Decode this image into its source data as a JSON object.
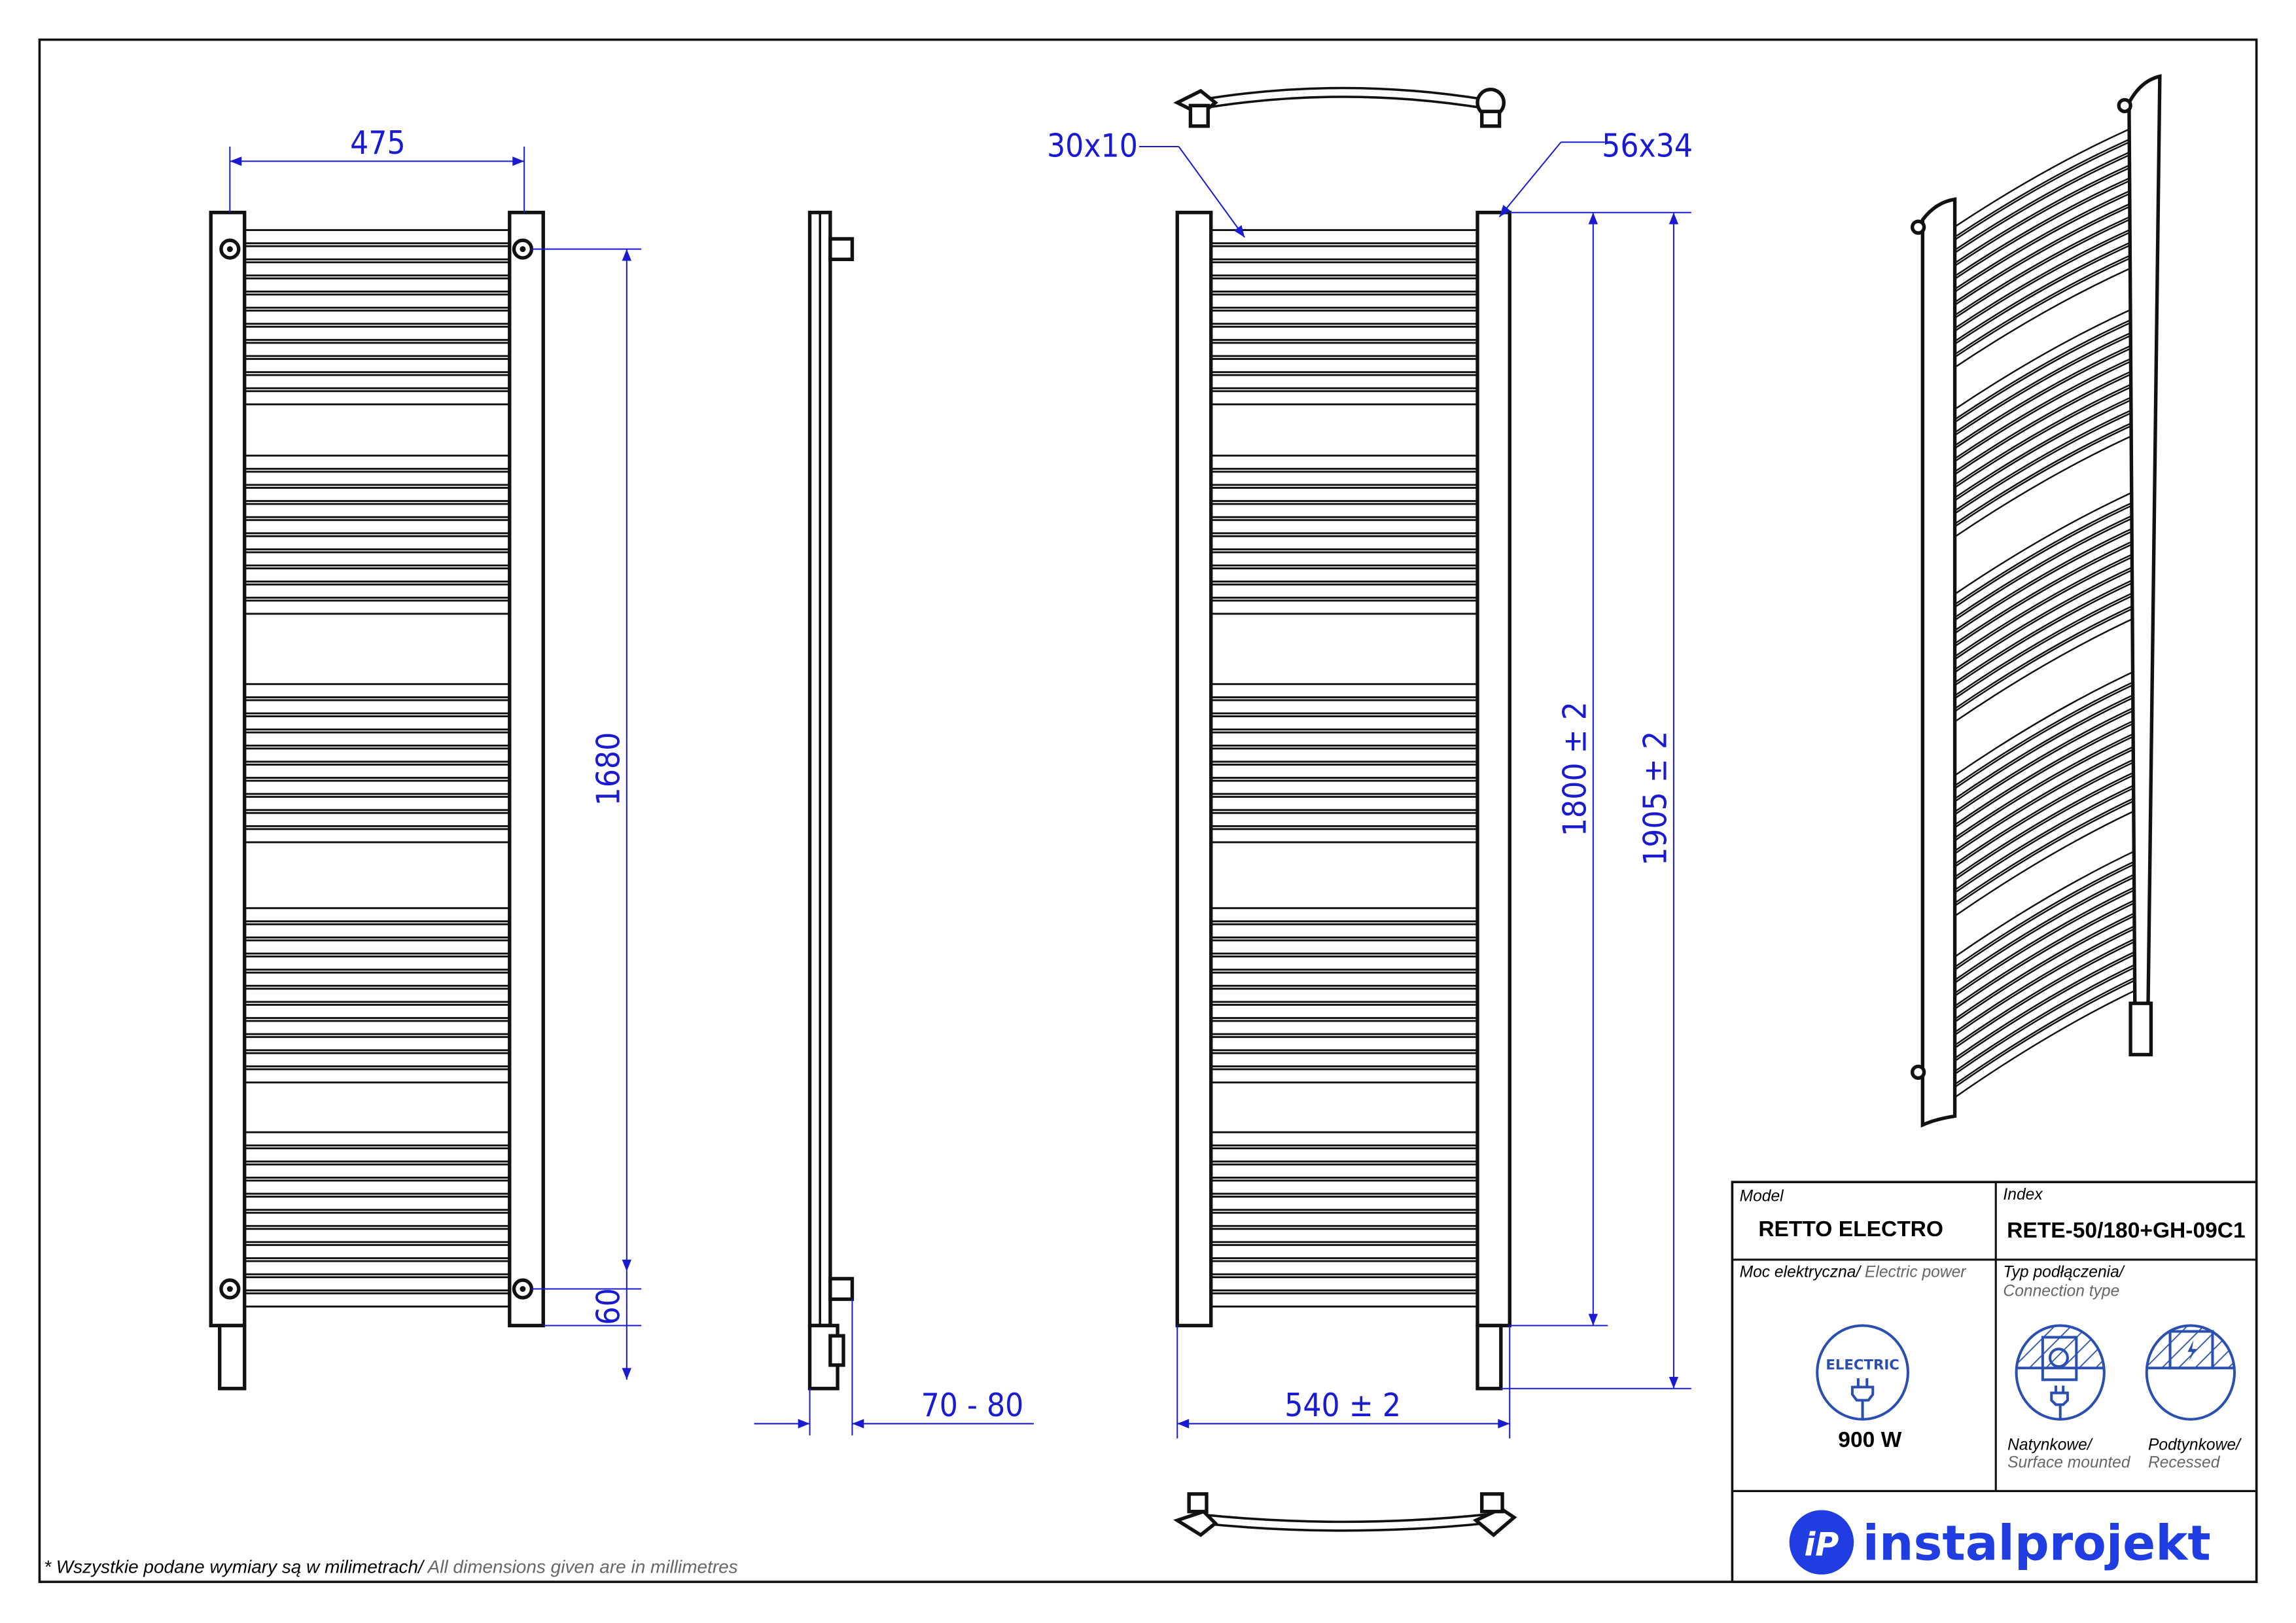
{
  "dimensions": {
    "width_axis": "475",
    "height_axis": "1680",
    "bottom_offset": "60",
    "depth": "70 - 80",
    "rung_profile": "30x10",
    "post_profile": "56x34",
    "height_posts": "1800 ± 2",
    "height_total": "1905 ± 2",
    "width_total": "540 ± 2"
  },
  "title_block": {
    "model_label": "Model",
    "model_value": "RETTO ELECTRO",
    "index_label": "Index",
    "index_value": "RETE-50/180+GH-09C1",
    "power_label_pl": "Moc elektryczna/",
    "power_label_en": "Electric power",
    "electric_icon_text": "ELECTRIC",
    "power_value": "900 W",
    "connection_label_pl": "Typ podłączenia/",
    "connection_label_en": "Connection type",
    "surface_pl": "Natynkowe/",
    "surface_en": "Surface mounted",
    "recessed_pl": "Podtynkowe/",
    "recessed_en": "Recessed",
    "logo_text": "instalprojekt"
  },
  "footnote": {
    "pl": "* Wszystkie podane wymiary są w milimetrach/",
    "en": "All dimensions given are in millimetres"
  },
  "colors": {
    "dimension": "#1a1ad0",
    "brand": "#1f3de0",
    "icon": "#2a4fb0"
  }
}
